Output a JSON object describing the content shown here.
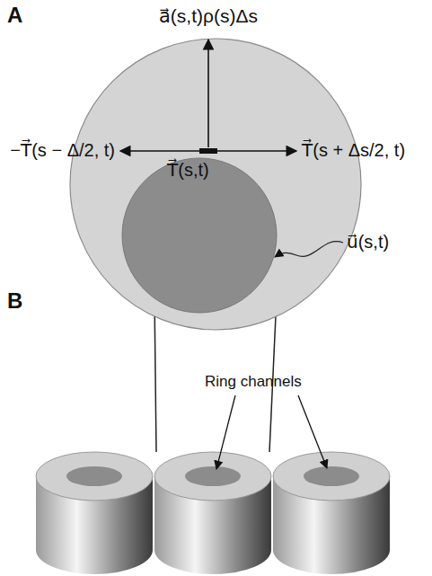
{
  "diagram": {
    "labels": [
      "A",
      "a⃗(s,t)ρ(s)Δs",
      "−T⃗(s − Δ/2, t)",
      "T⃗(s + Δs/2, t)",
      "T⃗(s,t)",
      "u⃗(s,t)",
      "B",
      "Ring channels"
    ]
  }
}
